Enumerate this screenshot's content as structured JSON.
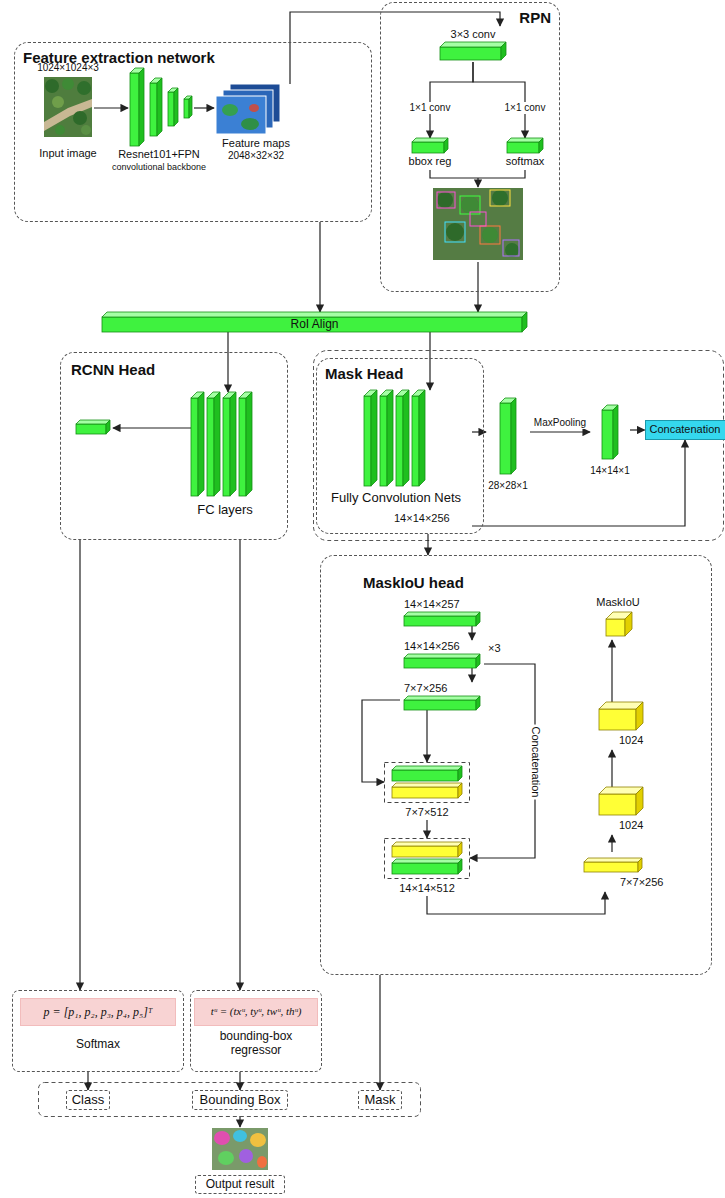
{
  "diagram": {
    "nodes": [
      {
        "text": [
          "Feature extraction network"
        ]
      },
      {
        "text": [
          "1024×1024×3",
          "Input image"
        ],
        "in": 0
      },
      {
        "text": [
          "Resnet101+FPN",
          "convolutional backbone"
        ],
        "in": 0
      },
      {
        "text": [
          "Feature maps",
          "2048×32×32"
        ],
        "in": 0
      },
      {
        "text": [
          "RPN"
        ]
      },
      {
        "text": [
          "3×3 conv"
        ],
        "in": 4
      },
      {
        "text": [
          "bbox reg"
        ],
        "in": 4
      },
      {
        "text": [
          "softmax"
        ],
        "in": 4
      },
      {
        "text": [
          "RoI Align"
        ]
      },
      {
        "text": [
          "RCNN Head"
        ]
      },
      {
        "text": [
          "FC layers"
        ],
        "in": 9
      },
      {
        "text": [
          "Mask Head"
        ]
      },
      {
        "text": [
          "Fully Convolution Nets",
          "14×14×256"
        ],
        "in": 11
      },
      {
        "text": [
          "28×28×1"
        ]
      },
      {
        "text": [
          "14×14×1"
        ]
      },
      {
        "text": [
          "Concatenation"
        ]
      },
      {
        "text": [
          "MaskIoU head"
        ]
      },
      {
        "text": [
          "14×14×257"
        ],
        "in": 16
      },
      {
        "text": [
          "14×14×256"
        ],
        "in": 16
      },
      {
        "text": [
          "7×7×256"
        ],
        "in": 16
      },
      {
        "text": [
          "7×7×512"
        ],
        "in": 16
      },
      {
        "text": [
          "14×14×512"
        ],
        "in": 16
      },
      {
        "text": [
          "7×7×256"
        ],
        "in": 16
      },
      {
        "text": [
          "1024"
        ],
        "in": 16
      },
      {
        "text": [
          "1024"
        ],
        "in": 16
      },
      {
        "text": [
          "MaskIoU"
        ],
        "in": 16
      },
      {
        "text": [
          "Softmax"
        ]
      },
      {
        "text": [
          "p = [p₁, p₂, p₃, p₄, p₅]ᵀ"
        ],
        "in": 26
      },
      {
        "text": [
          "bounding-box regressor"
        ]
      },
      {
        "text": [
          "tᵘ = (txᵘ, tyᵘ, twᵘ, thᵘ)"
        ],
        "in": 28
      },
      {
        "text": [
          "Class"
        ]
      },
      {
        "text": [
          "Bounding Box"
        ]
      },
      {
        "text": [
          "Mask"
        ]
      },
      {
        "text": [
          "Output result"
        ]
      }
    ],
    "edges": [
      {
        "from": 3,
        "to": 5,
        "arrow": "to"
      },
      {
        "from": 5,
        "to": 6,
        "arrow": "to",
        "label": "1×1 conv"
      },
      {
        "from": 5,
        "to": 7,
        "arrow": "to",
        "label": "1×1 conv"
      },
      {
        "from": 0,
        "to": 8,
        "arrow": "to"
      },
      {
        "from": 4,
        "to": 8,
        "arrow": "to"
      },
      {
        "from": 8,
        "to": 10,
        "arrow": "to"
      },
      {
        "from": 8,
        "to": 12,
        "arrow": "to"
      },
      {
        "from": 12,
        "to": 13,
        "arrow": "to"
      },
      {
        "from": 13,
        "to": 14,
        "arrow": "to",
        "label": "MaxPooling"
      },
      {
        "from": 14,
        "to": 15,
        "arrow": "to"
      },
      {
        "from": 12,
        "to": 15,
        "arrow": "to"
      },
      {
        "from": 11,
        "to": 16,
        "arrow": "to"
      },
      {
        "from": 17,
        "to": 18,
        "arrow": "to"
      },
      {
        "from": 18,
        "to": 19,
        "arrow": "to"
      },
      {
        "from": 19,
        "to": 20,
        "arrow": "to"
      },
      {
        "from": 19,
        "to": 20,
        "arrow": "to"
      },
      {
        "from": 20,
        "to": 21,
        "arrow": "to"
      },
      {
        "from": 18,
        "to": 21,
        "arrow": "to",
        "label": "Concatenation"
      },
      {
        "from": 21,
        "to": 22,
        "arrow": "to"
      },
      {
        "from": 22,
        "to": 23,
        "arrow": "to"
      },
      {
        "from": 23,
        "to": 24,
        "arrow": "to"
      },
      {
        "from": 24,
        "to": 25,
        "arrow": "to"
      },
      {
        "from": 9,
        "to": 26,
        "arrow": "to"
      },
      {
        "from": 9,
        "to": 28,
        "arrow": "to"
      },
      {
        "from": 26,
        "to": 30,
        "arrow": "to"
      },
      {
        "from": 28,
        "to": 31,
        "arrow": "to"
      },
      {
        "from": 16,
        "to": 32,
        "arrow": "to"
      }
    ],
    "labels": [
      "×3"
    ]
  }
}
